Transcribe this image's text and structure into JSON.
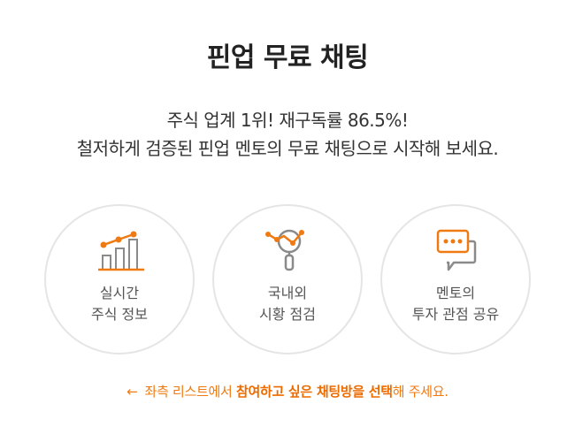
{
  "header": {
    "title": "핀업 무료 채팅",
    "subtitle_line1": "주식 업계 1위! 재구독률 86.5%!",
    "subtitle_line2": "철저하게 검증된 핀업 멘토의 무료 채팅으로 시작해 보세요."
  },
  "features": [
    {
      "icon": "bar-chart-icon",
      "line1": "실시간",
      "line2": "주식 정보"
    },
    {
      "icon": "magnifier-chart-icon",
      "line1": "국내외",
      "line2": "시황 점검"
    },
    {
      "icon": "chat-bubble-icon",
      "line1": "멘토의",
      "line2": "투자 관점 공유"
    }
  ],
  "notice": {
    "arrow": "←",
    "part1": "좌측 리스트에서 ",
    "bold1": "참여하고 싶은 채팅방을 선택",
    "part2": "해 주세요."
  },
  "colors": {
    "accent": "#f07a12",
    "icon_gray": "#8a8a8a",
    "circle_border": "#e5e5e5",
    "title": "#222222"
  }
}
